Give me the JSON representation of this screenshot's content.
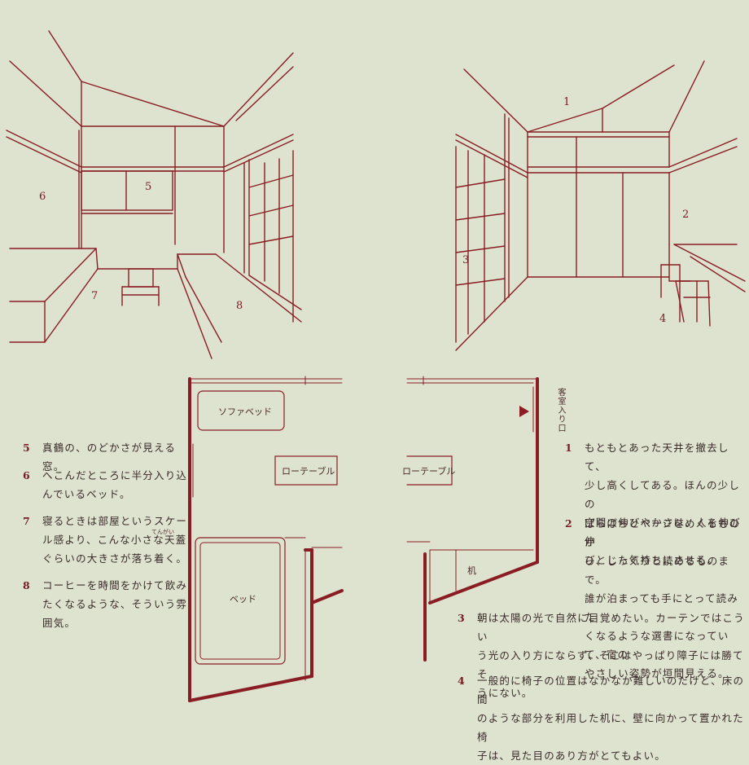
{
  "colors": {
    "line": "#8a1c24",
    "background": "#dde3cf",
    "text": "#3a2a2a"
  },
  "sketch_left_numbers": [
    "5",
    "6",
    "7",
    "8"
  ],
  "sketch_right_numbers": [
    "1",
    "2",
    "3",
    "4"
  ],
  "plan_left": {
    "sofa_bed": "ソファベッド",
    "low_table": "ローテーブル",
    "bed": "ベッド"
  },
  "plan_right": {
    "low_table": "ローテーブル",
    "desk": "机",
    "entrance": "客室入り口"
  },
  "ruby": "てんがい",
  "notes_left": [
    {
      "n": "5",
      "text": "真鶴の、のどかさが見える窓。"
    },
    {
      "n": "6",
      "text": "へこんだところに半分入り込\nんでいるベッド。"
    },
    {
      "n": "7",
      "text": "寝るときは部屋というスケー\nル感より、こんな小さな天蓋\nぐらいの大きさが落ち着く。"
    },
    {
      "n": "8",
      "text": "コーヒーを時間をかけて飲み\nたくなるような、そういう雰\n囲気。"
    }
  ],
  "notes_right": [
    {
      "n": "1",
      "text": "もともとあった天井を撤去して、\n少し高くしてある。ほんの少しの\n空間の伸びやかさは、人を伸び伸\nびとした気持ちにさせる。"
    },
    {
      "n": "2",
      "text": "ぱらぱらとページをめくるものか\nら、じっくりと読めるものまで。\n誰が泊まっても手にとって読みた\nくなるような選書になっていて、宿の\nやさしい姿勢が垣間見える。"
    },
    {
      "n": "3",
      "text": "朝は太陽の光で自然に目覚めたい。カーテンではこうい\nう光の入り方にならず、そこはやっぱり障子には勝てそ\nうにない。"
    },
    {
      "n": "4",
      "text": "一般的に椅子の位置はなかなか難しいのだけど、床の間\nのような部分を利用した机に、壁に向かって置かれた椅\n子は、見た目のあり方がとてもよい。"
    }
  ]
}
